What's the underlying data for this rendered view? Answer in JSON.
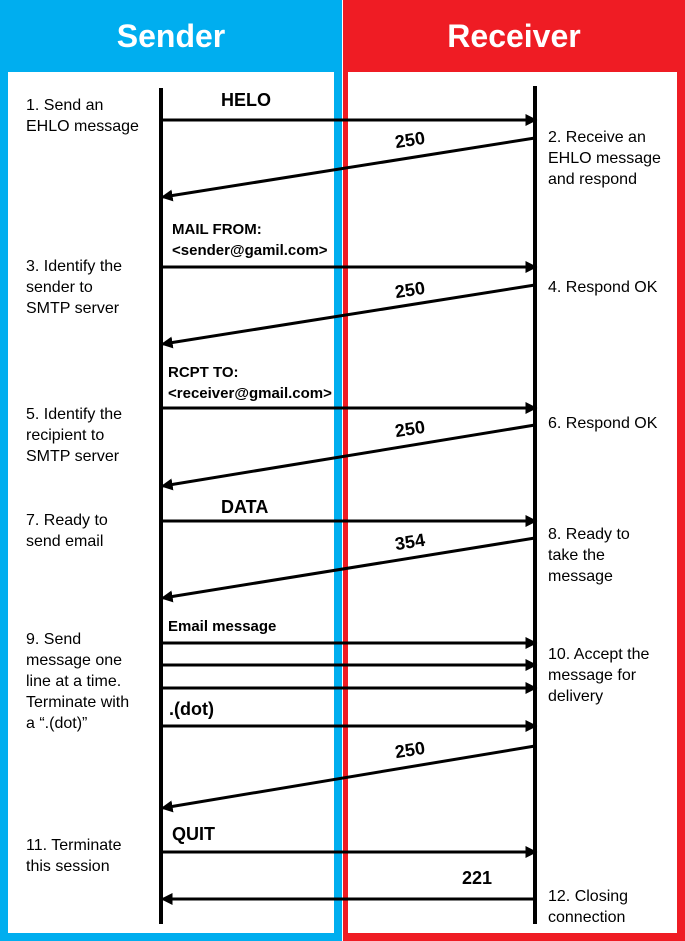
{
  "sender": {
    "title": "Sender",
    "color": "#00aeef",
    "steps": [
      "1. Send an\nEHLO message",
      "3. Identify the\nsender to\nSMTP server",
      "5. Identify the\nrecipient to\nSMTP server",
      "7. Ready to\nsend email",
      "9. Send\nmessage one\nline at a time.\nTerminate with\na “.(dot)”",
      "11. Terminate\nthis session"
    ]
  },
  "receiver": {
    "title": "Receiver",
    "color": "#ef1c24",
    "steps": [
      "2. Receive an\nEHLO message\nand respond",
      "4. Respond OK",
      "6. Respond OK",
      "8. Ready to\ntake the\nmessage",
      "10. Accept the\nmessage for\ndelivery",
      "12. Closing\nconnection"
    ]
  },
  "messages": {
    "helo": "HELO",
    "mail_from": "MAIL FROM:\n<sender@gamil.com>",
    "rcpt_to": "RCPT TO:\n<receiver@gmail.com>",
    "data": "DATA",
    "email_message": "Email message",
    "dot": ".(dot)",
    "quit": "QUIT"
  },
  "replies": [
    "250",
    "250",
    "250",
    "354",
    "250",
    "221"
  ]
}
